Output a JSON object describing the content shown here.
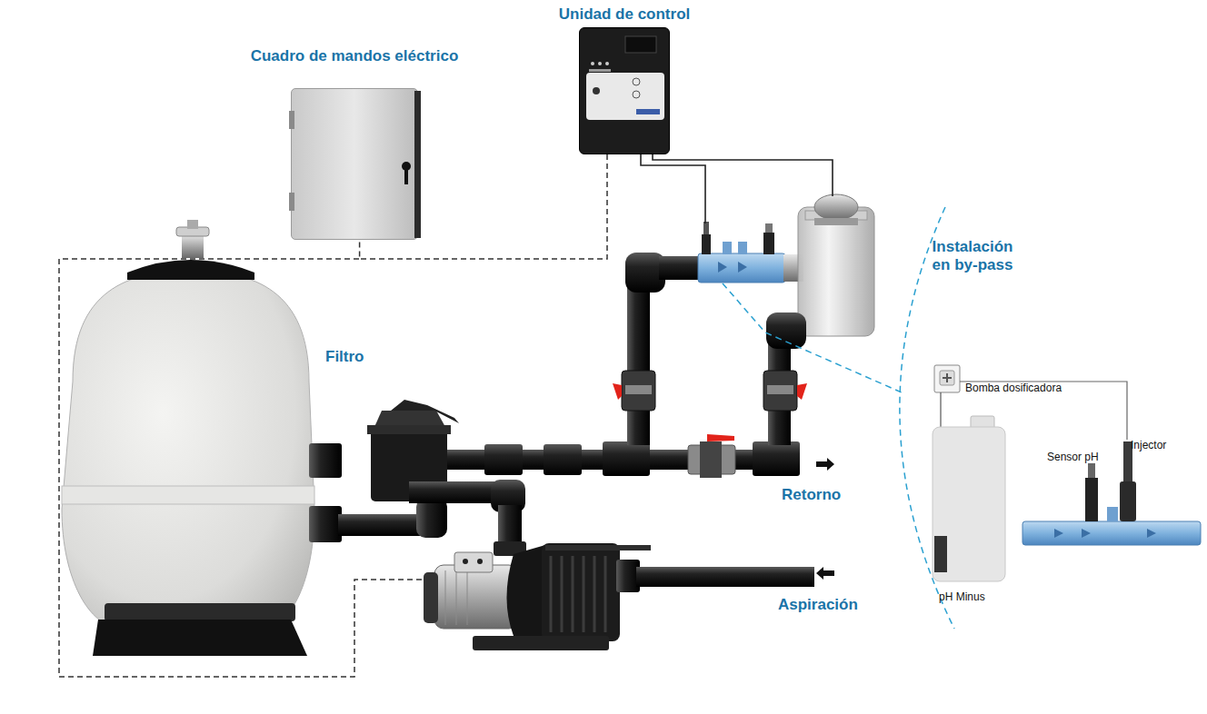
{
  "diagram": {
    "nodes": [
      {
        "text": [
          "Cuadro de mandos eléctrico"
        ]
      },
      {
        "text": [
          "Unidad de control"
        ]
      }
    ],
    "edges": [
      {
        "from": 1,
        "to": 0,
        "arrow": "none"
      }
    ],
    "labels": [
      "Filtro",
      "Instalación en by-pass",
      "Bomba dosificadora",
      "Sensor pH",
      "Injector",
      "Retorno",
      "Aspiración",
      "pH Minus"
    ]
  }
}
